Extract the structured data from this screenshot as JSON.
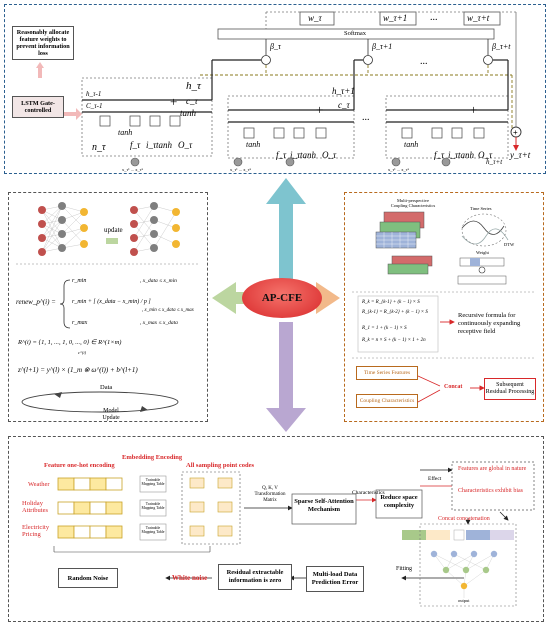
{
  "colors": {
    "top_border": "#2b5f8f",
    "left_border": "#555555",
    "right_border": "#b86a1e",
    "bottom_border": "#555555",
    "accent_red": "#d8282a",
    "center_fill": "#e8453c",
    "arrow_cyan": "#7ec4cf",
    "arrow_purple": "#b9a7d1",
    "arrow_green": "#bcd6a0",
    "arrow_orange": "#f2b98a",
    "gate_bg": "#f2e6e6"
  },
  "top": {
    "allocate_box": "Reasonably allocate feature weights to prevent information loss",
    "lstm_box": "LSTM Gate-controlled",
    "softmax": "Softmax",
    "w_tau": "w_τ",
    "w_tau1": "w_τ+1",
    "w_taut": "w_τ+t",
    "beta_tau": "β_τ",
    "beta_tau1": "β_τ+1",
    "beta_taut": "β_τ+t",
    "h_prev": "h_τ-1",
    "c_prev": "C_τ-1",
    "h_tau": "h_τ",
    "c_tau": "c_τ",
    "h_tau1": "h_τ+1",
    "c_tau_b": "c_τ",
    "h_taut": "h_τ+t",
    "n_tau": "n_τ",
    "f_tau": "f_τ",
    "i_tau": "i_τ",
    "o_tau": "O_τ",
    "tanh": "tanh",
    "y_out": "y_τ+t",
    "x_inputs": "x_τ¹ ... x_τⁿ",
    "ellipsis": "..."
  },
  "center": {
    "label": "AP-CFE"
  },
  "left": {
    "update": "update",
    "renew_lhs": "renew_p^(i) =",
    "case1_left": "r_min",
    "case1_right": ", x_data ≤ x_min",
    "case2_left": "r_min + [ (x_data − x_min) / p ]",
    "case2_right": ", x_min ≤ x_data ≤ x_max",
    "case3_left": "r_max",
    "case3_right": ", x_max ≤ x_data",
    "r_formula": "R^(i) = {1, 1, ..., 1, 0, ..., 0} ∈ R^(1×m)",
    "r_sub": "c^(i)",
    "z_formula": "z^(l+1) = y^(l) × (1_m ⊗ ω^(l)) + b^(l+1)",
    "data": "Data",
    "model_update": "Model Update"
  },
  "right": {
    "coupling_title": "Multi-perspective Coupling Characteristics",
    "time_series": "Time Series",
    "weight": "Weight",
    "dtw": "DTW",
    "eq1": "R_k = R_{k-1} + (k − 1) × S",
    "eq2": "R_{k-1} = R_{k-2} + (k − 1) × S",
    "eq3": "R_1 = 1 + (k − 1) × S",
    "eq4": "R_k = n × S + (k − 1) × 1 + 2n",
    "recursive": "Recursive formula for continuously expanding receptive field",
    "time_series_features": "Time Series Features",
    "concat": "Concat",
    "coupling_characteristics": "Coupling Characteristics",
    "subsequent": "Subsequent Residual Processing"
  },
  "bottom": {
    "feature_onehot": "Feature one-hot encoding",
    "embedding": "Embedding Encoding",
    "all_sampling": "All sampling point codes",
    "weather": "Weather",
    "holiday": "Holiday Attributes",
    "electricity": "Electricity Pricing",
    "mapping": "Trainable Mapping Table",
    "qkv": "Q, K, V Transformation Matrix",
    "sparse": "Sparse Self-Attention Mechanism",
    "characteristics": "Characteristics",
    "reduce": "Reduce space complexity",
    "effect": "Effect",
    "global": "Features are global in nature",
    "bias": "Characteristics exhibit bias",
    "concat_concat": "Concat concatenation",
    "output": "output",
    "fitting": "Fitting",
    "multiload": "Multi-load Data Prediction Error",
    "residual": "Residual extractable information is zero",
    "white_noise": "White noise",
    "random_noise": "Random Noise"
  }
}
